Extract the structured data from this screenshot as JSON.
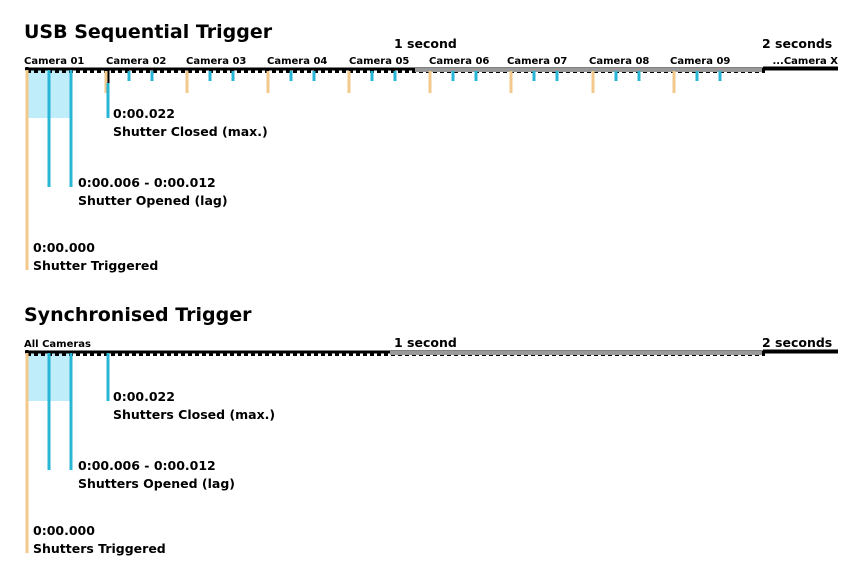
{
  "diagrams": [
    {
      "id": "usb",
      "title": "USB Sequential Trigger",
      "scale_labels": [
        "1 second",
        "2 seconds"
      ],
      "end_label": "...Camera X",
      "cameras": [
        "Camera 01",
        "Camera 02",
        "Camera 03",
        "Camera 04",
        "Camera 05",
        "Camera 06",
        "Camera 07",
        "Camera 08",
        "Camera 09"
      ],
      "annotations": {
        "closed": {
          "time": "0:00.022",
          "text": "Shutter Closed (max.)"
        },
        "opened": {
          "time": "0:00.006 - 0:00.012",
          "text": "Shutter Opened (lag)"
        },
        "triggered": {
          "time": "0:00.000",
          "text": "Shutter Triggered"
        }
      }
    },
    {
      "id": "sync",
      "title": "Synchronised Trigger",
      "scale_labels": [
        "1 second",
        "2 seconds"
      ],
      "cameras": [
        "All Cameras"
      ],
      "annotations": {
        "closed": {
          "time": "0:00.022",
          "text": "Shutters Closed (max.)"
        },
        "opened": {
          "time": "0:00.006 - 0:00.012",
          "text": "Shutters Opened (lag)"
        },
        "triggered": {
          "time": "0:00.000",
          "text": "Shutters Triggered"
        }
      }
    }
  ],
  "colors": {
    "trigger": "#f2c98a",
    "shutter": "#29b6d6",
    "exposure": "#bfeefa",
    "axis": "#000000",
    "axis_gray": "#999999"
  }
}
